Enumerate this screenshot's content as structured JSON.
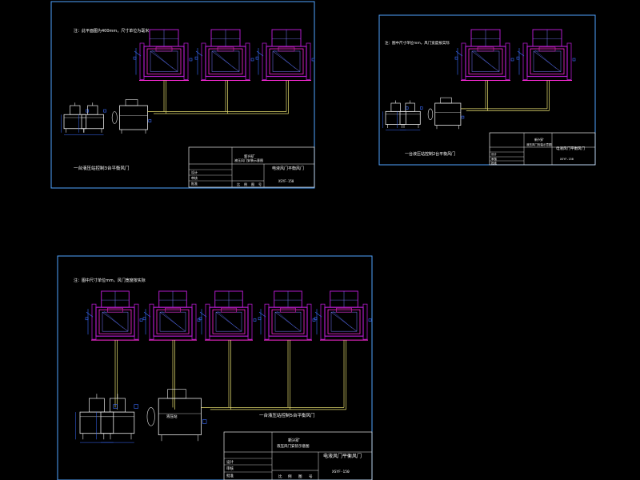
{
  "colors": {
    "background": "#000000",
    "sheet_border": "#4fa3ff",
    "door_frame": "#b01ac8",
    "door_inner": "#7a7aff",
    "door_bright": "#ff2ad8",
    "hydraulic_line": "#e8e070",
    "equipment": "#e8e8e8",
    "dimension": "#3a6cff",
    "title_block": "#e8e8e8"
  },
  "sheets": [
    {
      "note": "注：此平面图为400mm，尺寸单位为毫米",
      "caption": "一台液压站控制3台平衡风门",
      "title_block": {
        "company": "新兴矿",
        "subtitle": "液压风门安装示意图",
        "drawing_title": "电液风门平衡风门",
        "code": "XSYF-150",
        "row_labels": [
          "设计",
          "审核",
          "批准"
        ],
        "footer_cells": [
          "比",
          "例",
          "图",
          "号"
        ]
      },
      "door_count": 3
    },
    {
      "note": "注：图中尺寸单位mm，风门宽度按实际",
      "caption": "一台液压站控制2台平衡风门",
      "title_block": {
        "company": "新兴矿",
        "subtitle": "液压风门安装示意图",
        "drawing_title": "电液风门平衡风门",
        "code": "XSYF-150",
        "row_labels": [
          "设计",
          "审核",
          "批准"
        ],
        "footer_cells": []
      },
      "door_count": 2
    },
    {
      "note": "注：图中尺寸单位mm，风门宽度按实际",
      "caption": "一台液压站控制5台平衡风门",
      "title_block": {
        "company": "新兴矿",
        "subtitle": "液压风门安装示意图",
        "drawing_title": "电液风门平衡风门",
        "code": "XSYF-150",
        "row_labels": [
          "设计",
          "审核",
          "批准"
        ],
        "footer_cells": [
          "比",
          "例",
          "图",
          "号"
        ]
      },
      "door_count": 5
    }
  ],
  "pump_label": "液压站"
}
